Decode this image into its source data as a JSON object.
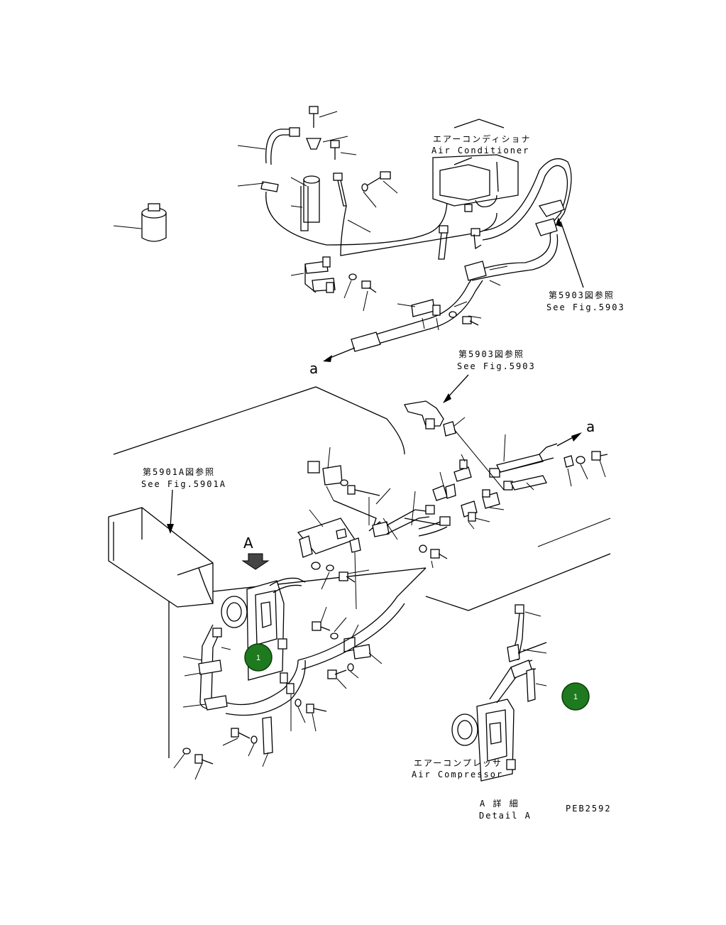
{
  "labels": {
    "air_conditioner_jp": "エアーコンディショナ",
    "air_conditioner_en": "Air Conditioner",
    "see_fig_5903_a_jp": "第5903図参照",
    "see_fig_5903_a_en": "See Fig.5903",
    "see_fig_5903_b_jp": "第5903図参照",
    "see_fig_5903_b_en": "See Fig.5903",
    "see_fig_5901a_jp": "第5901A図参照",
    "see_fig_5901a_en": "See Fig.5901A",
    "arrow_a_top": "a",
    "arrow_a_right": "a",
    "view_a": "A",
    "air_compressor_jp": "エアーコンプレッサ",
    "air_compressor_en": "Air Compressor",
    "detail_a_jp": "A 詳 細",
    "detail_a_en": "Detail A",
    "drawing_code": "PEB2592"
  },
  "callouts": [
    {
      "number": "1",
      "color": "#1e7a1e"
    },
    {
      "number": "1",
      "color": "#1e7a1e"
    }
  ]
}
